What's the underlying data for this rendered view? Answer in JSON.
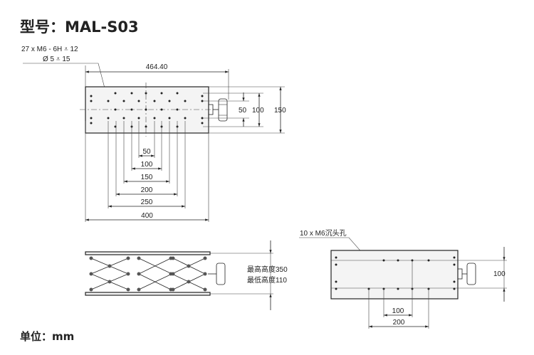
{
  "title": "型号：MAL-S03",
  "unit": "单位：mm",
  "top_view": {
    "hole_note_1": "27 x  M6 - 6H ⩡ 12",
    "hole_note_2": "Ø 5 ⩡ 15",
    "overall_length": "464.40",
    "width_dims": [
      "50",
      "100",
      "150"
    ],
    "length_dims": [
      "50",
      "100",
      "150",
      "200",
      "250",
      "400"
    ]
  },
  "side_view": {
    "max_height": "最高高度350",
    "min_height": "最低高度110"
  },
  "front_view": {
    "hole_note": "10 x M6沉头孔",
    "height_dim": "100",
    "length_dims": [
      "100",
      "200"
    ]
  }
}
